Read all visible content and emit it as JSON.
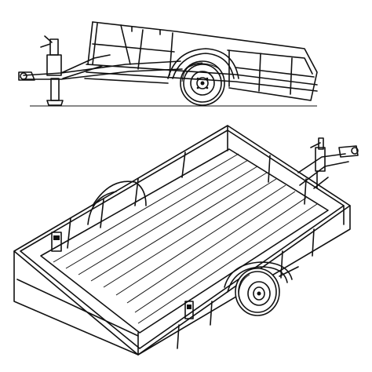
{
  "image": {
    "kind": "line-drawing",
    "subject": "utility trailer",
    "views": [
      "side-view",
      "isometric-view"
    ],
    "colors": {
      "background": "#ffffff",
      "line": "#111111"
    }
  }
}
